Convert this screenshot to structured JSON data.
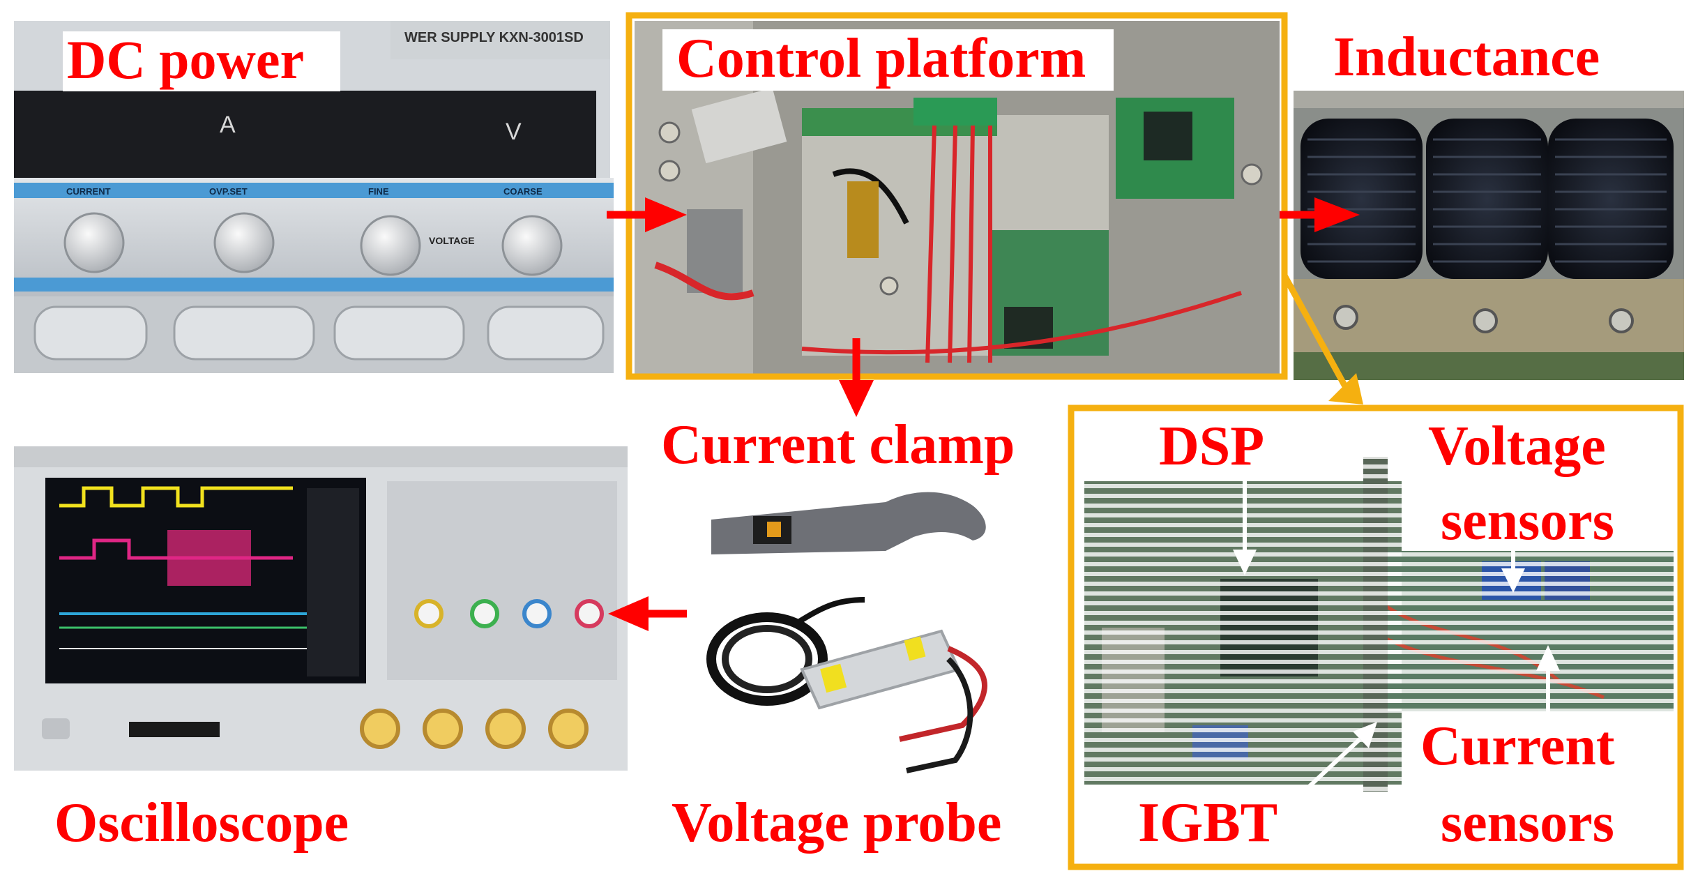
{
  "labels": {
    "dc_power": "DC power",
    "control_platform": "Control platform",
    "inductance": "Inductance",
    "current_clamp": "Current clamp",
    "dsp": "DSP",
    "voltage_sensors_line1": "Voltage",
    "voltage_sensors_line2": "sensors",
    "igbt": "IGBT",
    "current_sensors_line1": "Current",
    "current_sensors_line2": "sensors",
    "oscilloscope": "Oscilloscope",
    "voltage_probe": "Voltage probe"
  },
  "photo_text": {
    "power_supply_model": "WER SUPPLY   KXN-3001SD",
    "ammeter_unit": "A",
    "voltmeter_unit": "V",
    "knob_current": "CURRENT",
    "knob_ovp": "OVP.SET",
    "knob_fine": "FINE",
    "knob_coarse": "COARSE",
    "voltage_knob_label": "VOLTAGE"
  },
  "colors": {
    "label_text": "#ff0000",
    "highlight_frame": "#f5b010",
    "arrow": "#ff0000",
    "pointer_arrow": "#ffffff"
  }
}
